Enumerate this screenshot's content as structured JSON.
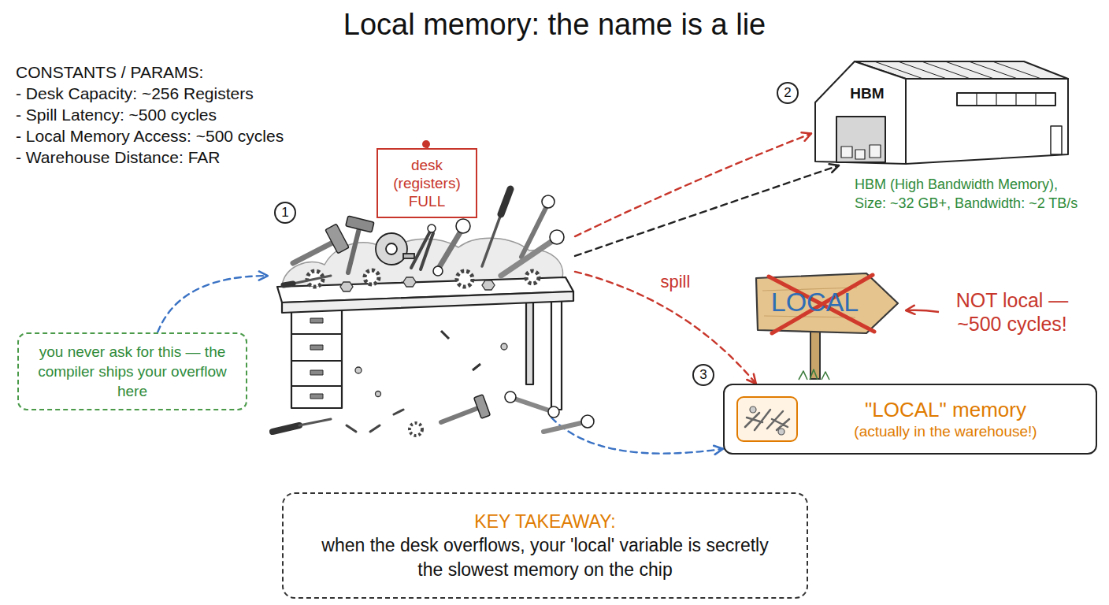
{
  "diagram": {
    "title": "Local memory: the name is a lie",
    "nodes": [
      {
        "text": [
          "desk (registers) FULL"
        ]
      },
      {
        "text": [
          "HBM",
          "HBM (High Bandwidth Memory), Size: ~32 GB+, Bandwidth: ~2 TB/s"
        ]
      },
      {
        "text": [
          "you never ask for this — the compiler ships your overflow here"
        ]
      },
      {
        "text": [
          "LOCAL"
        ]
      },
      {
        "text": [
          "\"LOCAL\" memory",
          "(actually in the warehouse!)"
        ]
      },
      {
        "text": [
          "KEY TAKEAWAY:",
          "when the desk overflows, your 'local' variable is secretly the slowest memory on the chip"
        ]
      }
    ],
    "edges": [
      {
        "from": 0,
        "to": 1,
        "arrow": "to"
      },
      {
        "from": 0,
        "to": 1,
        "arrow": "to"
      },
      {
        "from": 0,
        "to": 4,
        "label": "spill",
        "arrow": "to"
      },
      {
        "from": 2,
        "to": 0,
        "arrow": "to"
      },
      {
        "from": 0,
        "to": 4,
        "arrow": "to"
      }
    ],
    "labels": [
      "CONSTANTS / PARAMS:",
      "- Desk Capacity: ~256 Registers",
      "- Spill Latency: ~500 cycles",
      "- Local Memory Access: ~500 cycles",
      "- Warehouse Distance: FAR",
      "1",
      "2",
      "3",
      "NOT local — ~500 cycles!"
    ]
  }
}
